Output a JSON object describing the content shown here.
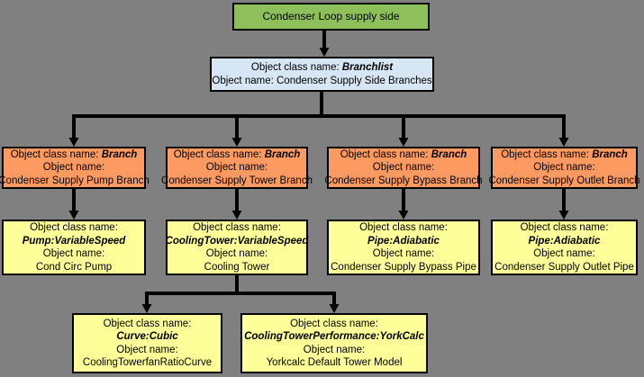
{
  "labels": {
    "class_label": "Object class name:",
    "name_label": "Object name:"
  },
  "colors": {
    "background": "#808080",
    "root_fill": "#8DC05A",
    "branchlist_fill": "#D6E6F4",
    "branch_fill": "#FC9A62",
    "component_fill": "#FFFF99",
    "line": "#000000",
    "border": "#000000",
    "text": "#000000"
  },
  "nodes": {
    "root": {
      "label": "Condenser Loop supply side"
    },
    "branchlist": {
      "class_name": "Branchlist",
      "name": "Condenser Supply Side Branches"
    },
    "branches": [
      {
        "class_name": "Branch",
        "name": "Condenser Supply Pump Branch"
      },
      {
        "class_name": "Branch",
        "name": "Condenser Supply Tower Branch"
      },
      {
        "class_name": "Branch",
        "name": "Condenser Supply Bypass Branch"
      },
      {
        "class_name": "Branch",
        "name": "Condenser Supply Outlet Branch"
      }
    ],
    "components": [
      {
        "class_name": "Pump:VariableSpeed",
        "name": "Cond Circ Pump"
      },
      {
        "class_name": "CoolingTower:VariableSpeed",
        "name": "Cooling Tower"
      },
      {
        "class_name": "Pipe:Adiabatic",
        "name": "Condenser Supply Bypass Pipe"
      },
      {
        "class_name": "Pipe:Adiabatic",
        "name": "Condenser Supply Outlet Pipe"
      }
    ],
    "subcomponents": [
      {
        "class_name": "Curve:Cubic",
        "name": "CoolingTowerfanRatioCurve"
      },
      {
        "class_name": "CoolingTowerPerformance:YorkCalc",
        "name": "Yorkcalc Default Tower Model"
      }
    ]
  }
}
